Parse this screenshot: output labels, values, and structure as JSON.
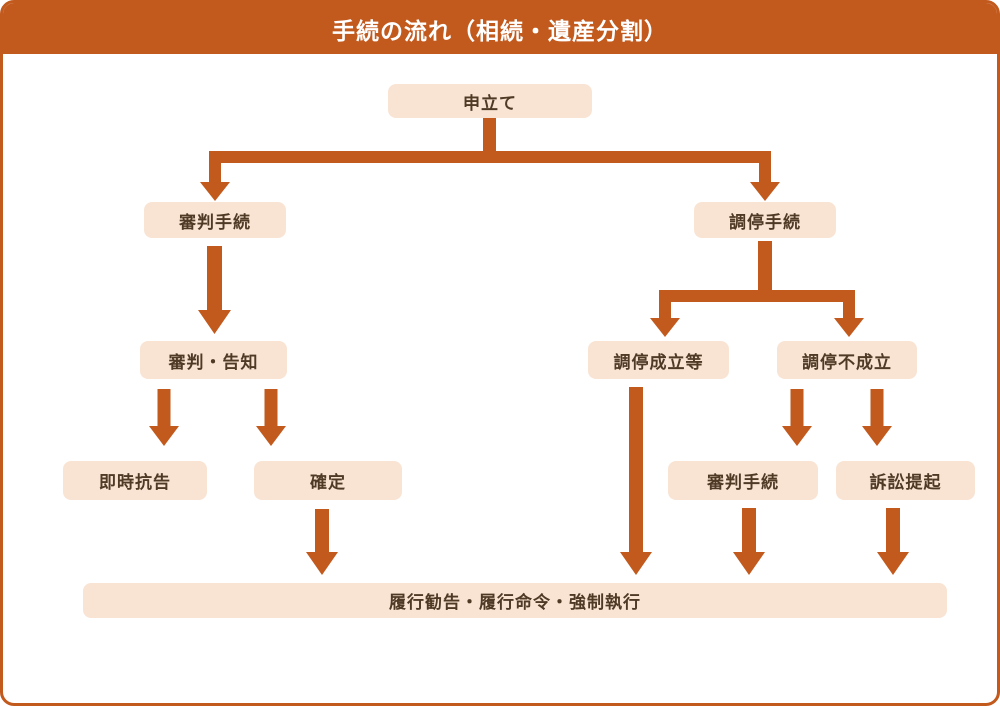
{
  "title": "手続の流れ（相続・遺産分割）",
  "colors": {
    "accent": "#C2591D",
    "node_fill": "#F9E4D4",
    "node_text": "#4F3A26",
    "title_text": "#FFFFFF",
    "background": "#FFFFFF"
  },
  "flowchart": {
    "type": "flowchart",
    "nodes": {
      "moushitate": "申立て",
      "shinpan": "審判手続",
      "chotei": "調停手続",
      "shinpan_kokuchi": "審判・告知",
      "chotei_seiritsu": "調停成立等",
      "chotei_fuseiritsu": "調停不成立",
      "sokuji_kokoku": "即時抗告",
      "kakutei": "確定",
      "shinpan2": "審判手続",
      "sosho_teiki": "訴訟提起",
      "rikou": "履行勧告・履行命令・強制執行"
    },
    "edges": [
      {
        "from": "moushitate",
        "to": "shinpan"
      },
      {
        "from": "moushitate",
        "to": "chotei"
      },
      {
        "from": "shinpan",
        "to": "shinpan_kokuchi"
      },
      {
        "from": "shinpan_kokuchi",
        "to": "sokuji_kokoku"
      },
      {
        "from": "shinpan_kokuchi",
        "to": "kakutei"
      },
      {
        "from": "chotei",
        "to": "chotei_seiritsu"
      },
      {
        "from": "chotei",
        "to": "chotei_fuseiritsu"
      },
      {
        "from": "chotei_fuseiritsu",
        "to": "shinpan2"
      },
      {
        "from": "chotei_fuseiritsu",
        "to": "sosho_teiki"
      },
      {
        "from": "kakutei",
        "to": "rikou"
      },
      {
        "from": "chotei_seiritsu",
        "to": "rikou"
      },
      {
        "from": "shinpan2",
        "to": "rikou"
      },
      {
        "from": "sosho_teiki",
        "to": "rikou"
      }
    ]
  }
}
